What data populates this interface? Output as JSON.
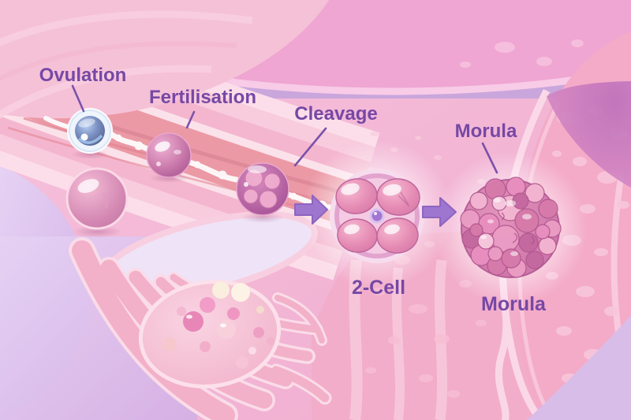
{
  "illustration": {
    "subject": "Human egg journey from ovulation to morula in the fallopian tube",
    "labels": {
      "ovulation": "Ovulation",
      "fertilisation": "Fertilisation",
      "cleavage": "Cleavage",
      "morula_upper": "Morula",
      "two_cell": "2-Cell",
      "morula_lower": "Morula"
    },
    "icons": [
      "arrow-right-icon"
    ],
    "colors": {
      "label_text": "#7648a5",
      "leader_line": "#7b52ab",
      "arrow": "#9f76cf",
      "egg_blue": "#5b6d97",
      "cell_pink": "#c76fa5",
      "morula_pink": "#d07cae",
      "tube_channel": "#ec99a6",
      "background_pink": "#f3b7d6",
      "background_lavender": "#d5b5e8"
    }
  }
}
